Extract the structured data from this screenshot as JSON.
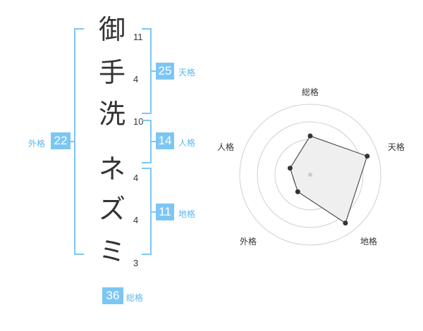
{
  "name": {
    "chars": [
      {
        "char": "御",
        "strokes": "11"
      },
      {
        "char": "手",
        "strokes": "4"
      },
      {
        "char": "洗",
        "strokes": "10"
      },
      {
        "char": "ネ",
        "strokes": "4"
      },
      {
        "char": "ズ",
        "strokes": "4"
      },
      {
        "char": "ミ",
        "strokes": "3"
      }
    ]
  },
  "kaku": {
    "tenkaku": {
      "value": "25",
      "label": "天格"
    },
    "jinkaku": {
      "value": "14",
      "label": "人格"
    },
    "chikaku": {
      "value": "11",
      "label": "地格"
    },
    "gaikaku": {
      "value": "22",
      "label": "外格"
    },
    "soukaku": {
      "value": "36",
      "label": "総格"
    }
  },
  "colors": {
    "accent": "#7cc6f4",
    "label": "#5fb6ec",
    "text": "#333333"
  },
  "chart_data": {
    "type": "radar",
    "axes": [
      "総格",
      "天格",
      "地格",
      "外格",
      "人格"
    ],
    "values": [
      0.55,
      0.85,
      0.85,
      0.3,
      0.3
    ],
    "range": [
      0,
      1
    ],
    "rings": 4
  }
}
